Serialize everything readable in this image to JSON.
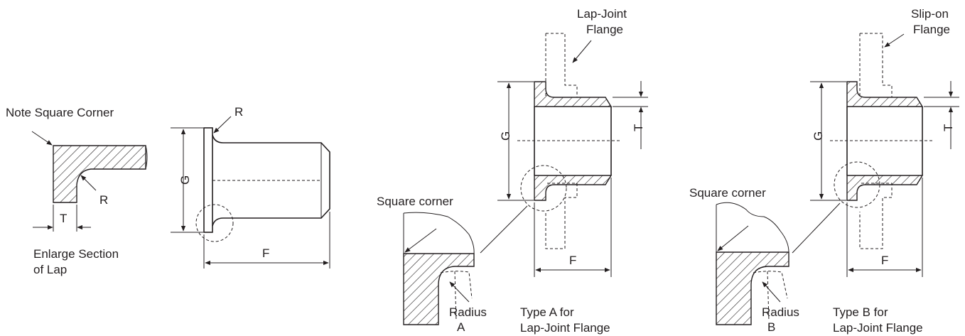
{
  "labels": {
    "note_square_corner": "Note Square Corner",
    "r_small": "R",
    "t_small": "T",
    "enlarge_line1": "Enlarge Section",
    "enlarge_line2": "of Lap",
    "r_stub": "R",
    "g_stub": "G",
    "f_stub": "F",
    "lap_joint_flange_line1": "Lap-Joint",
    "lap_joint_flange_line2": "Flange",
    "g_a": "G",
    "t_a": "T",
    "f_a": "F",
    "square_corner_a": "Square corner",
    "radius_a": "Radius",
    "radius_a_letter": "A",
    "type_a_line1": "Type A for",
    "type_a_line2": "Lap-Joint Flange",
    "slip_on_flange_line1": "Slip-on",
    "slip_on_flange_line2": "Flange",
    "g_b": "G",
    "t_b": "T",
    "f_b": "F",
    "square_corner_b": "Square corner",
    "radius_b": "Radius",
    "radius_b_letter": "B",
    "type_b_line1": "Type B for",
    "type_b_line2": "Lap-Joint Flange"
  },
  "colors": {
    "ink": "#231f20",
    "background": "#ffffff"
  }
}
